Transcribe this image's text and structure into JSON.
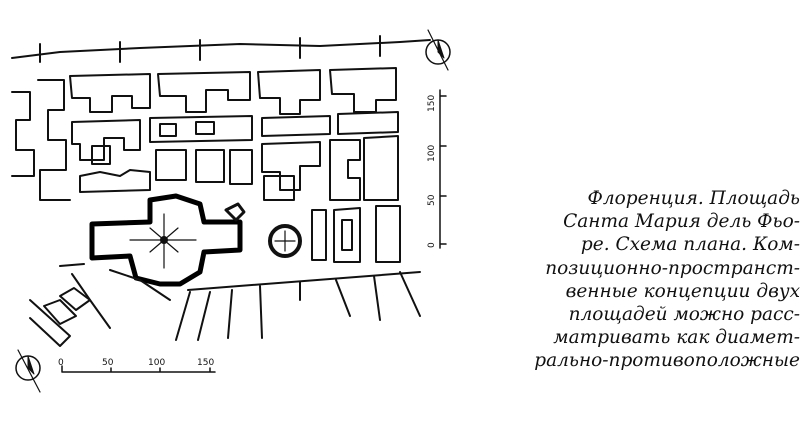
{
  "caption": {
    "lines": [
      "Флоренция. Площадь",
      "Санта Мария дель Фьо-",
      "ре. Схема плана. Ком-",
      "позиционно-пространст-",
      "венные концепции двух",
      "площадей можно расс-",
      "матривать как диамет-",
      "рально-противоположные"
    ]
  },
  "scale_bar_bottom": {
    "ticks": [
      "0",
      "50",
      "100",
      "150"
    ]
  },
  "scale_bar_right": {
    "ticks": [
      "0",
      "50",
      "100",
      "150"
    ]
  },
  "icons": [
    "north-arrow-icon",
    "cathedral-plan-icon",
    "baptistery-plan-icon"
  ]
}
